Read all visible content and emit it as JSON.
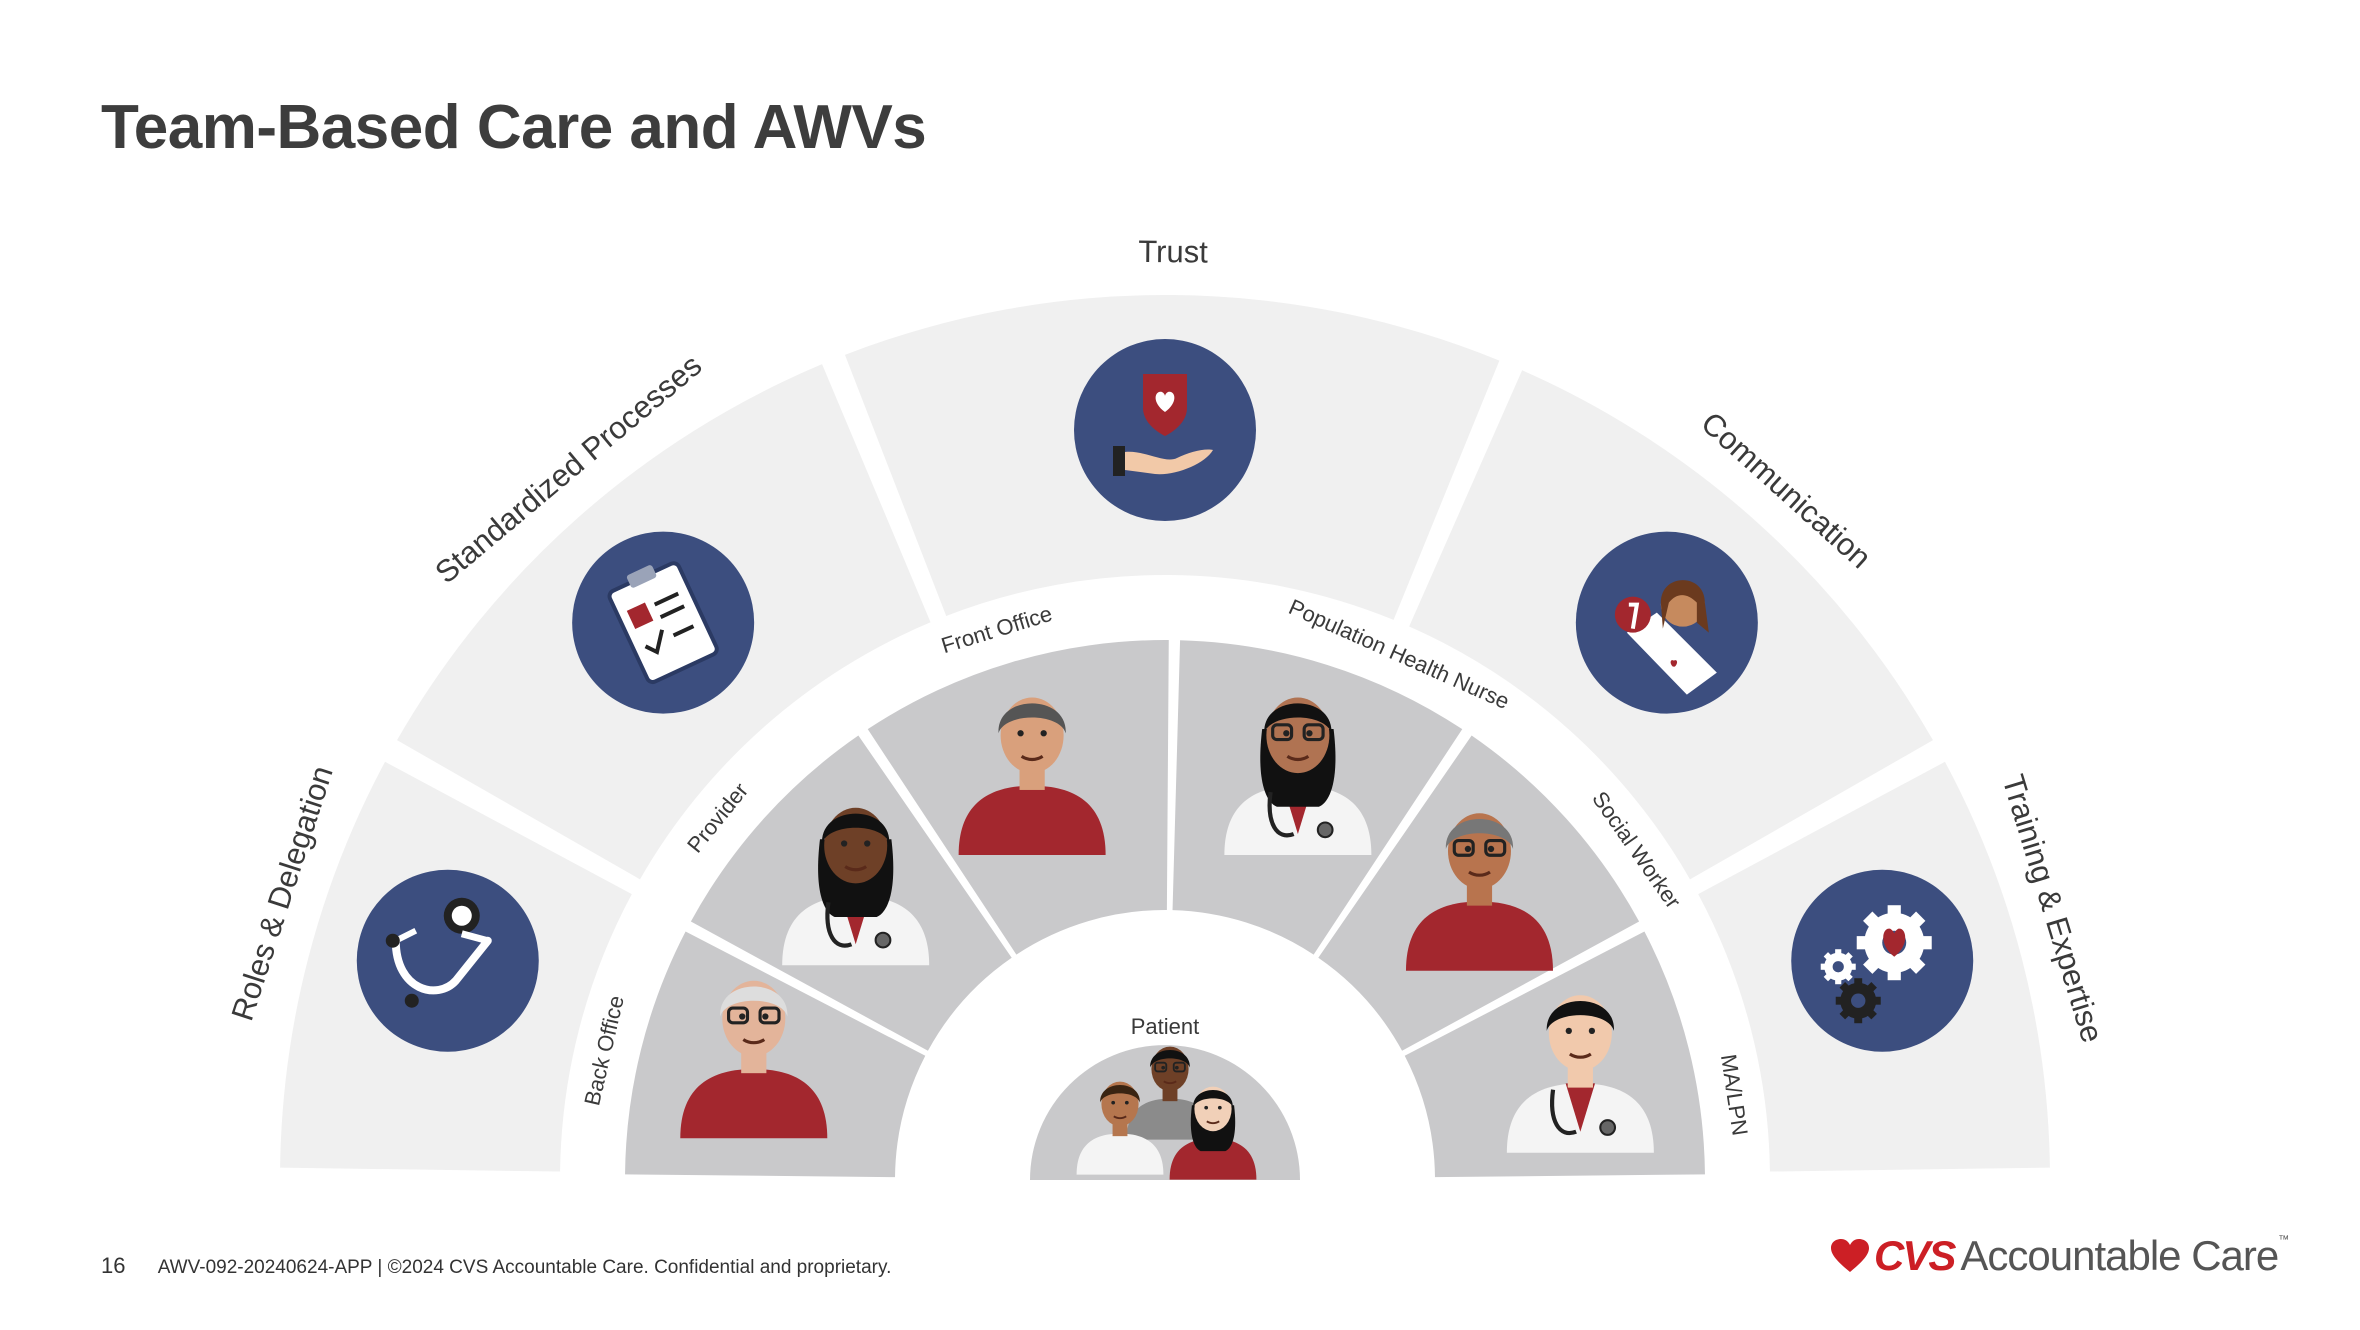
{
  "slide": {
    "title": "Team-Based Care and AWVs",
    "page_number": "16",
    "footer_text": "AWV-092-20240624-APP  |  ©2024 CVS Accountable Care. Confidential and proprietary.",
    "logo": {
      "brand": "CVS",
      "rest": "Accountable Care",
      "tm": "™"
    }
  },
  "diagram": {
    "outer_ring": [
      {
        "label": "Roles & Delegation",
        "icon": "stethoscope-icon"
      },
      {
        "label": "Standardized Processes",
        "icon": "clipboard-checklist-icon"
      },
      {
        "label": "Trust",
        "icon": "hand-heart-shield-icon"
      },
      {
        "label": "Communication",
        "icon": "person-chat-icon"
      },
      {
        "label": "Training & Expertise",
        "icon": "gears-heart-icon"
      }
    ],
    "team_ring": [
      {
        "label": "Back Office",
        "icon": "back-office-person-icon"
      },
      {
        "label": "Provider",
        "icon": "provider-doctor-icon"
      },
      {
        "label": "Front Office",
        "icon": "front-office-person-icon"
      },
      {
        "label": "Population Health Nurse",
        "icon": "nurse-icon"
      },
      {
        "label": "Social Worker",
        "icon": "social-worker-icon"
      },
      {
        "label": "MA/LPN",
        "icon": "ma-lpn-icon"
      }
    ],
    "center": {
      "label": "Patient",
      "icon": "patient-group-icon"
    }
  },
  "colors": {
    "outer_fill": "#f0f0f0",
    "team_fill": "#c9c9cb",
    "icon_circle": "#3c4e7f",
    "accent_red": "#a3272e",
    "skin": "#c68a5e"
  }
}
